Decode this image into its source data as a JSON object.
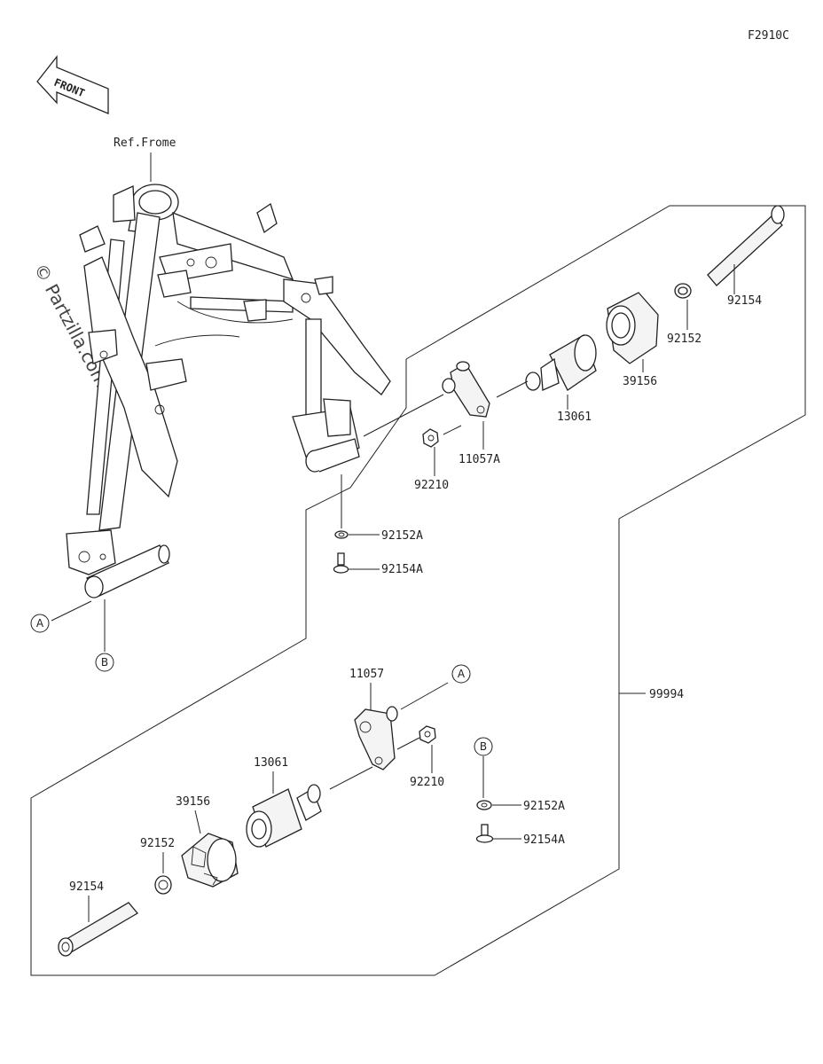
{
  "figure_code": "F2910C",
  "front_label": "FRONT",
  "ref_frame_label": "Ref.Frome",
  "watermark": "© Partzilla.com",
  "upper_assembly": {
    "bolt": "92154",
    "collar": "92152",
    "cap": "39156",
    "slider": "13061",
    "bracket": "11057A",
    "nut": "92210",
    "washer": "92152A",
    "small_bolt": "92154A"
  },
  "lower_assembly": {
    "bracket": "11057",
    "nut": "92210",
    "slider": "13061",
    "cap": "39156",
    "collar": "92152",
    "bolt": "92154",
    "washer": "92152A",
    "small_bolt": "92154A"
  },
  "kit_label": "99994",
  "callouts": {
    "a": "A",
    "b": "B"
  }
}
